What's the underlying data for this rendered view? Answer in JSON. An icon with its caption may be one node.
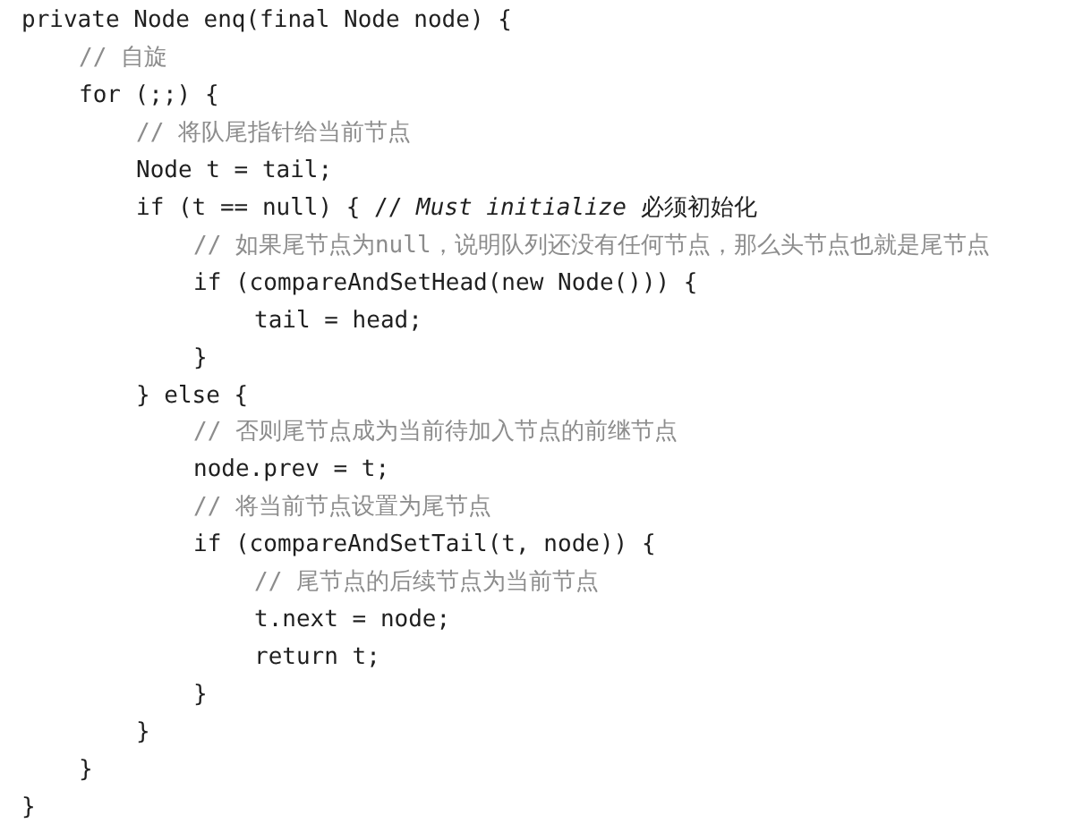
{
  "diagram": {
    "labels": [
      "private Node enq(final Node node) {",
      "// 自旋",
      "for (;;) {",
      "// 将队尾指针给当前节点",
      "Node t = tail;",
      "if (t == null) { // *Must initialize* 必须初始化",
      "// 如果尾节点为null，说明队列还没有任何节点，那么头节点也就是尾节点",
      "if (compareAndSetHead(new Node())) {",
      "tail = head;",
      "}",
      "} else {",
      "// 否则尾节点成为当前待加入节点的前继节点",
      "node.prev = t;",
      "// 将当前节点设置为尾节点",
      "if (compareAndSetTail(t, node)) {",
      "// 尾节点的后续节点为当前节点",
      "t.next = node;",
      "return t;",
      "}",
      "}",
      "}",
      "}"
    ]
  }
}
